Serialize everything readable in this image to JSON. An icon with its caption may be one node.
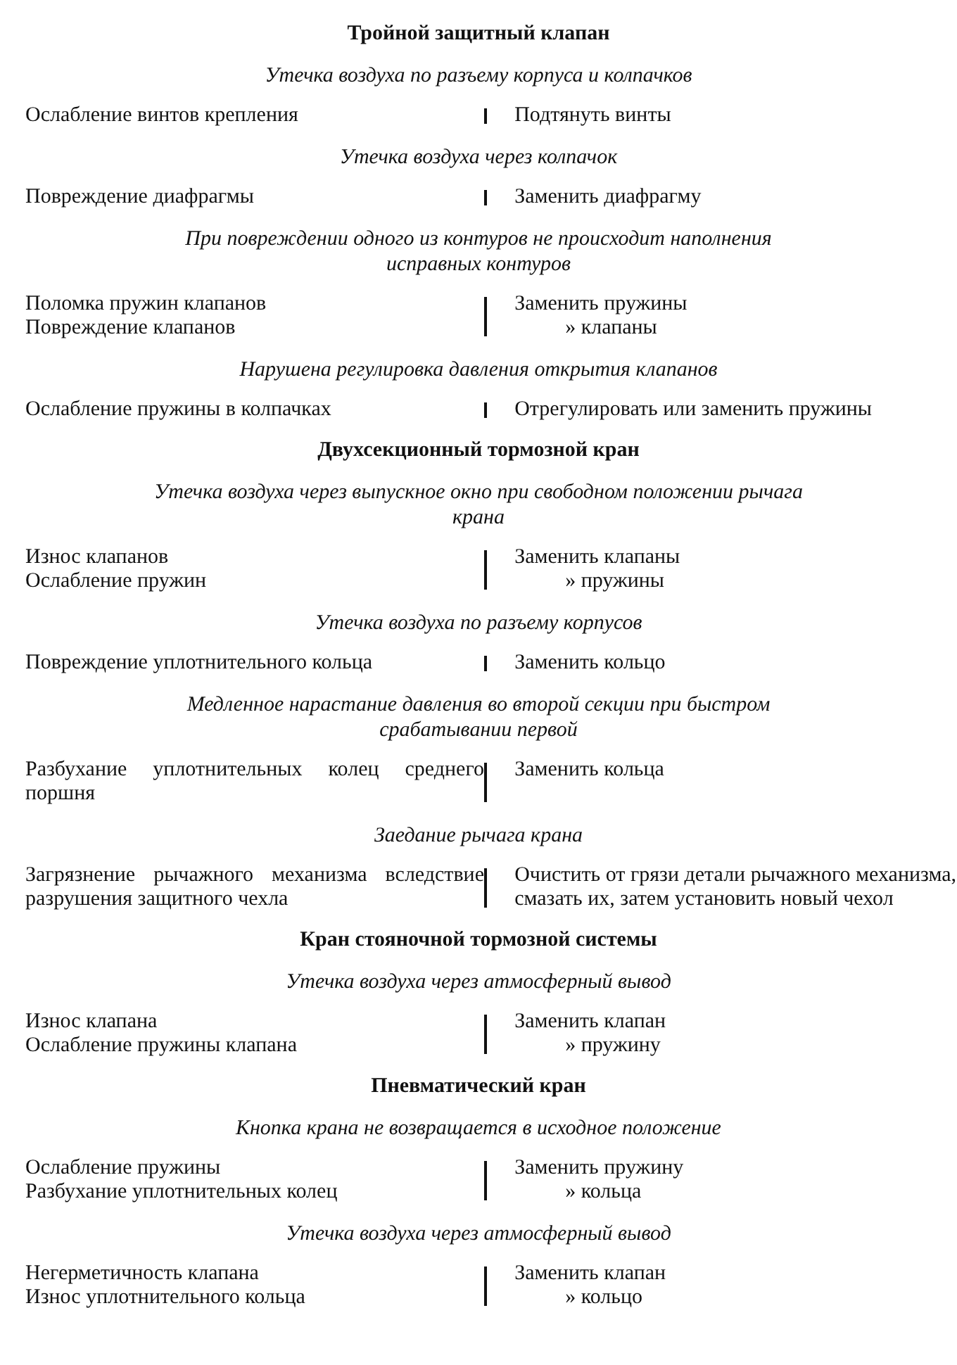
{
  "diagram": {
    "labels": [
      "Тройной защитный клапан",
      "Утечка воздуха по разъему корпуса и колпачков",
      "Ослабление винтов крепления",
      "Подтянуть винты",
      "Утечка воздуха через колпачок",
      "Повреждение диафрагмы",
      "Заменить диафрагму",
      "При повреждении одного из контуров не происходит наполнения исправных контуров",
      "Поломка пружин клапанов",
      "Заменить пружины",
      "Повреждение клапанов",
      "» клапаны",
      "Нарушена регулировка давления открытия клапанов",
      "Ослабление пружины в колпачках",
      "Отрегулировать или заменить пружины",
      "Двухсекционный тормозной кран",
      "Утечка воздуха через выпускное окно при свободном положении рычага крана",
      "Износ клапанов",
      "Заменить клапаны",
      "Ослабление пружин",
      "» пружины",
      "Утечка воздуха по разъему корпусов",
      "Повреждение уплотнительного кольца",
      "Заменить кольцо",
      "Медленное нарастание давления во второй секции при быстром срабатывании первой",
      "Разбухание уплотнительных колец среднего поршня",
      "Заменить кольца",
      "Заедание рычага крана",
      "Загрязнение рычажного механизма вследствие разрушения защитного чехла",
      "Очистить от грязи детали рычажного механизма, смазать их, затем установить новый чехол",
      "Кран стояночной тормозной системы",
      "Утечка воздуха через атмосферный вывод",
      "Износ клапана",
      "Заменить клапан",
      "Ослабление пружины клапана",
      "» пружину",
      "Пневматический кран",
      "Кнопка крана не возвращается в исходное положение",
      "Ослабление пружины",
      "Заменить пружину",
      "Разбухание уплотнительных колец",
      "» кольца",
      "Утечка воздуха через атмосферный вывод",
      "Негерметичность клапана",
      "Заменить клапан",
      "Износ уплотнительного кольца",
      "» кольцо"
    ]
  }
}
